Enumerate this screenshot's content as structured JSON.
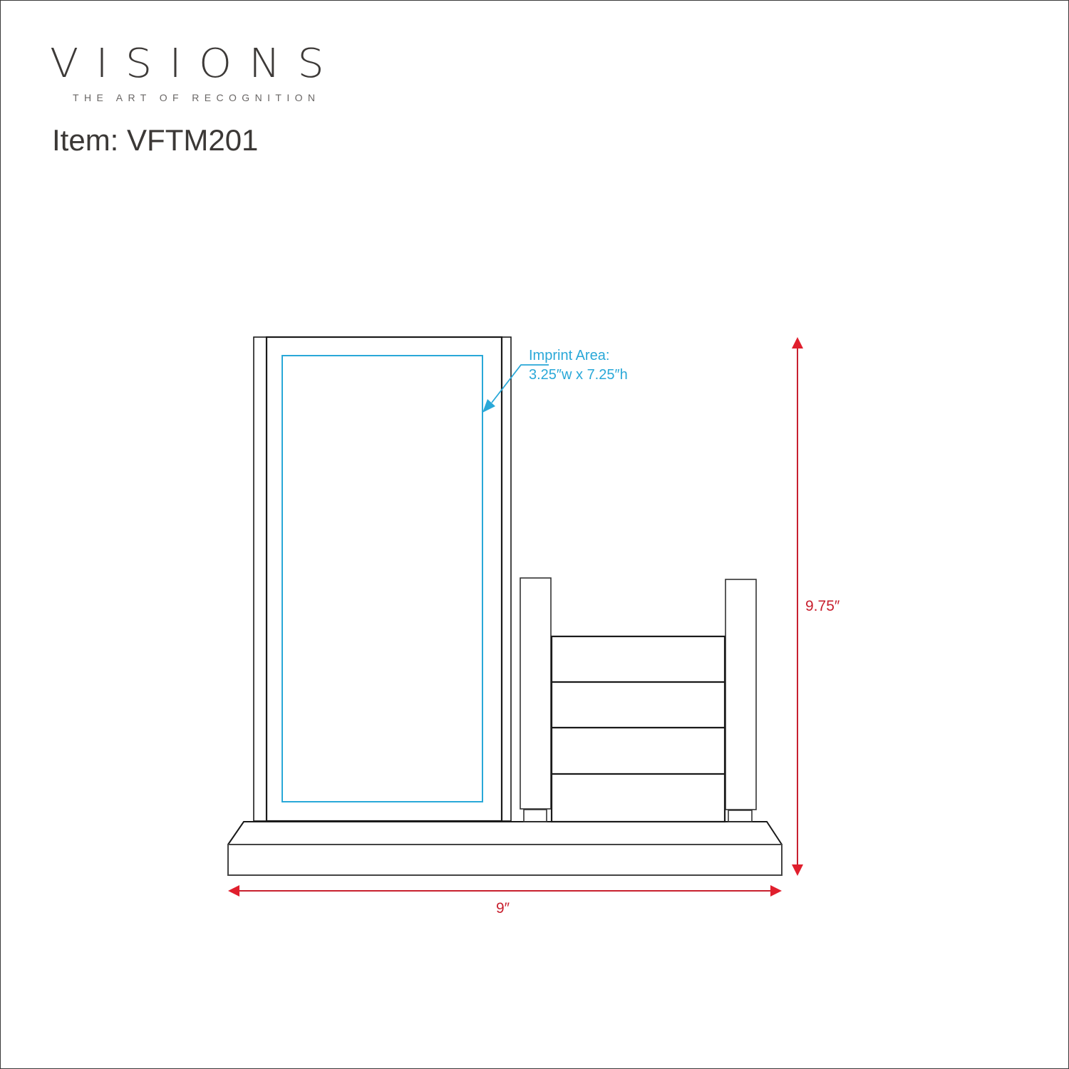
{
  "brand": {
    "name": "VISIONS",
    "tagline": "THE ART OF RECOGNITION"
  },
  "item": {
    "label": "Item: VFTM201",
    "code": "VFTM201"
  },
  "imprint": {
    "title": "Imprint Area:",
    "size": "3.25″w x 7.25″h",
    "color": "#29a8d8"
  },
  "dimensions": {
    "height": "9.75″",
    "width": "9″",
    "color": "#c8202f"
  },
  "drawing": {
    "line_color": "#1a1a1a",
    "parts": [
      "frame",
      "imprint-area",
      "left-post",
      "right-post",
      "card-stack",
      "base"
    ],
    "card_slots": 4
  }
}
